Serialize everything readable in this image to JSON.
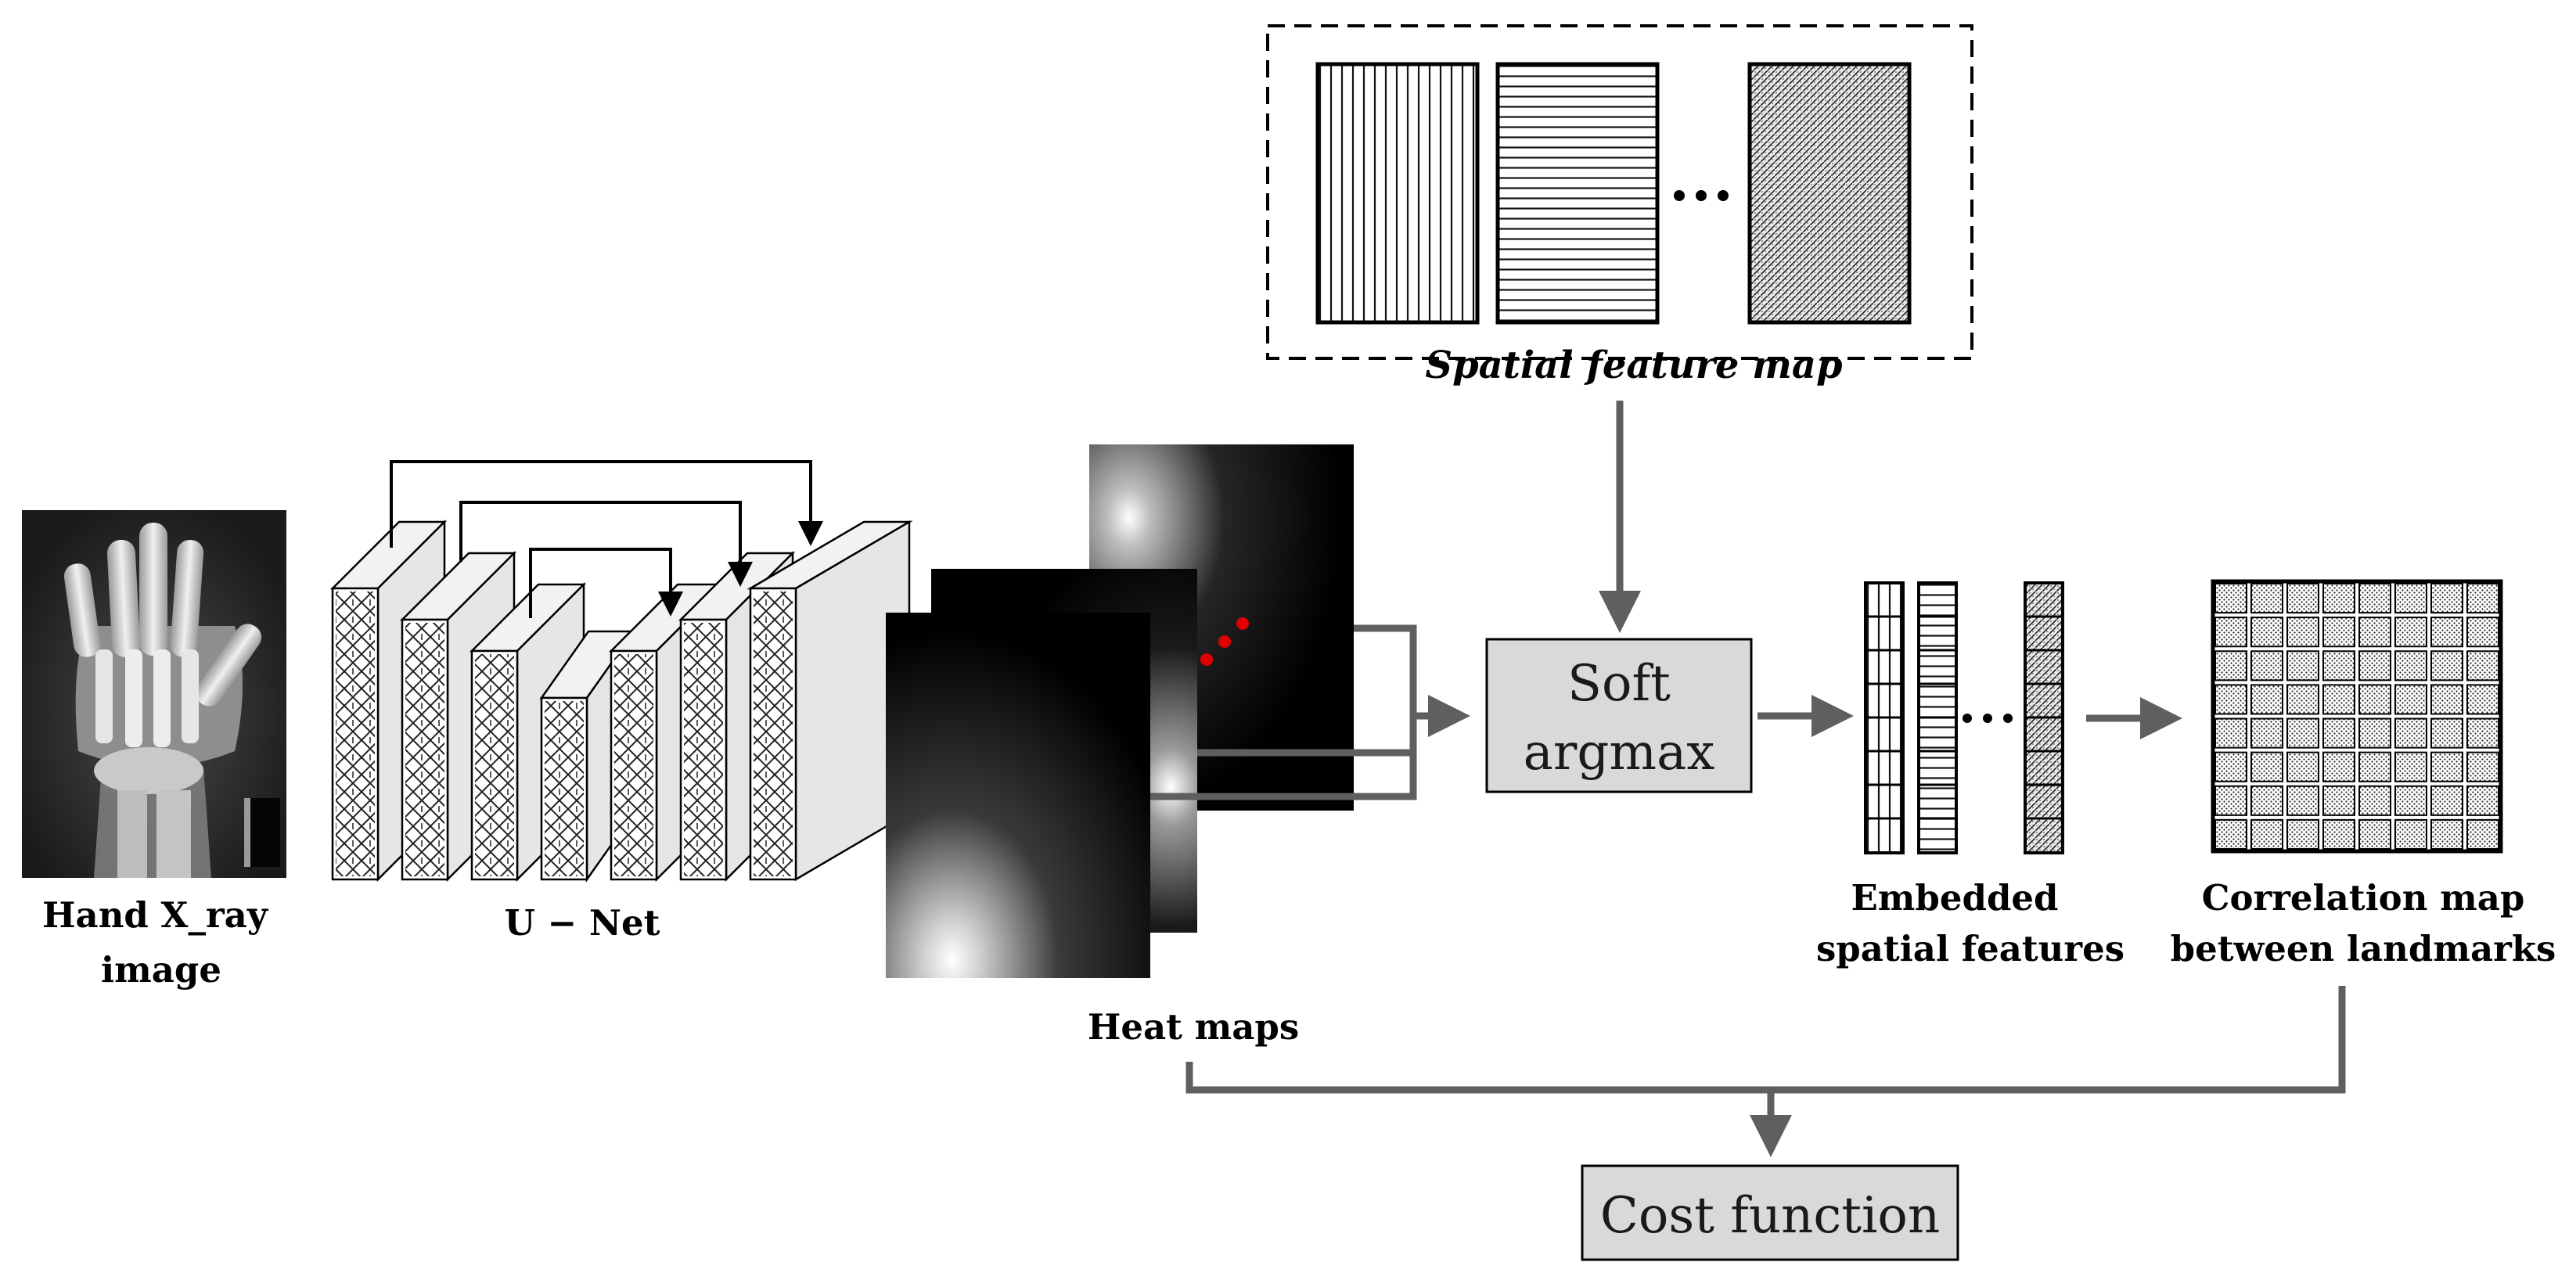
{
  "labels": {
    "xray_line1": "Hand X_ray",
    "xray_line2": "image",
    "unet": "U − Net",
    "heatmaps": "Heat maps",
    "spatial_feature_map": "Spatial feature map",
    "soft_line1": "Soft",
    "soft_line2": "argmax",
    "embedded_line1": "Embedded",
    "embedded_line2": "spatial features",
    "correlation_line1": "Correlation map",
    "correlation_line2": "between landmarks",
    "cost_function": "Cost  function"
  },
  "colors": {
    "arrow": "#5f5f5f",
    "box_fill": "#d9d9d9",
    "landmark_dots": "#e00000",
    "block_front": "#f2f2f2",
    "block_side": "#e6e6e6"
  }
}
